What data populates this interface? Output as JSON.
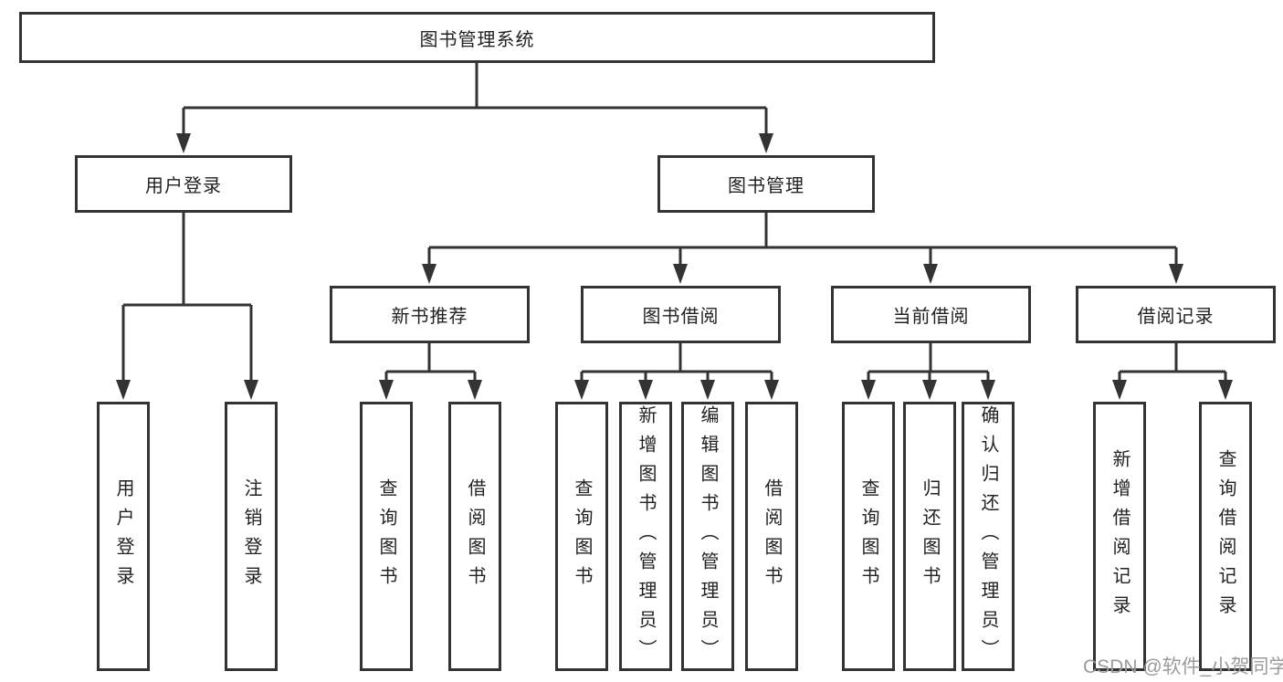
{
  "tree": {
    "root": {
      "label": "图书管理系统"
    },
    "branches": [
      {
        "label": "用户登录",
        "children": [
          {
            "label": "用户登录"
          },
          {
            "label": "注销登录"
          }
        ]
      },
      {
        "label": "图书管理",
        "children": [
          {
            "label": "新书推荐",
            "children": [
              {
                "label": "查询图书"
              },
              {
                "label": "借阅图书"
              }
            ]
          },
          {
            "label": "图书借阅",
            "children": [
              {
                "label": "查询图书"
              },
              {
                "label": "新增图书（管理员）"
              },
              {
                "label": "编辑图书（管理员）"
              },
              {
                "label": "借阅图书"
              }
            ]
          },
          {
            "label": "当前借阅",
            "children": [
              {
                "label": "查询图书"
              },
              {
                "label": "归还图书"
              },
              {
                "label": "确认归还（管理员）"
              }
            ]
          },
          {
            "label": "借阅记录",
            "children": [
              {
                "label": "新增借阅记录"
              },
              {
                "label": "查询借阅记录"
              }
            ]
          }
        ]
      }
    ]
  },
  "watermark": {
    "text": "CSDN @软件_小贺同学"
  },
  "colors": {
    "line": "#333333",
    "box_background": "#ffffff",
    "text": "#222222",
    "watermark": "#9b9b9b"
  }
}
